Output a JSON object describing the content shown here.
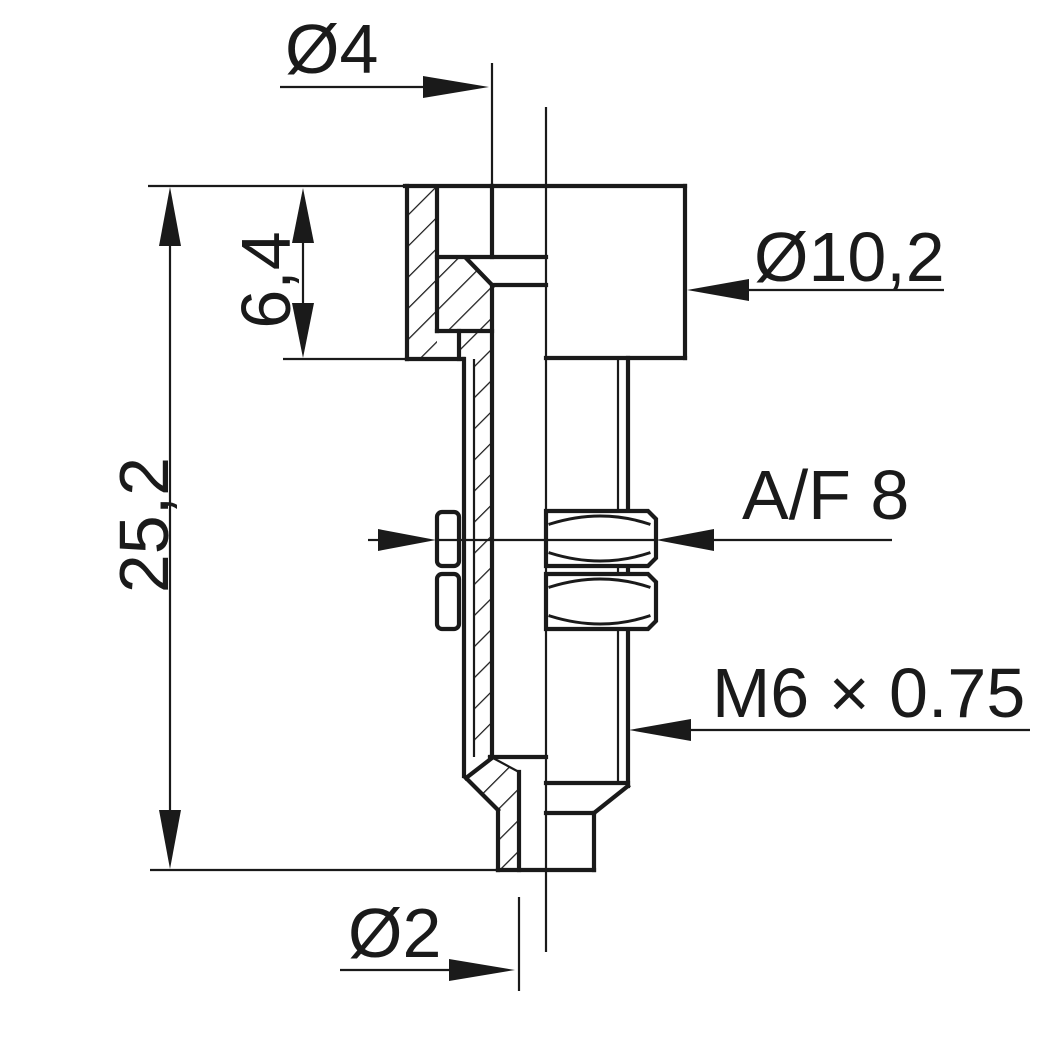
{
  "drawing": {
    "kind": "technical-drawing",
    "view": "half-section side view of a panel-mount socket with hex nuts",
    "units": "mm"
  },
  "colors": {
    "ink": "#1a1a1a",
    "paper": "#ffffff"
  },
  "labels": {
    "bore_top_diameter": "Ø4",
    "head_diameter": "Ø10,2",
    "head_height": "6,4",
    "overall_length": "25,2",
    "nut_across_flats": "A/F 8",
    "thread_spec": "M6 × 0.75",
    "tip_hole_diameter": "Ø2"
  }
}
